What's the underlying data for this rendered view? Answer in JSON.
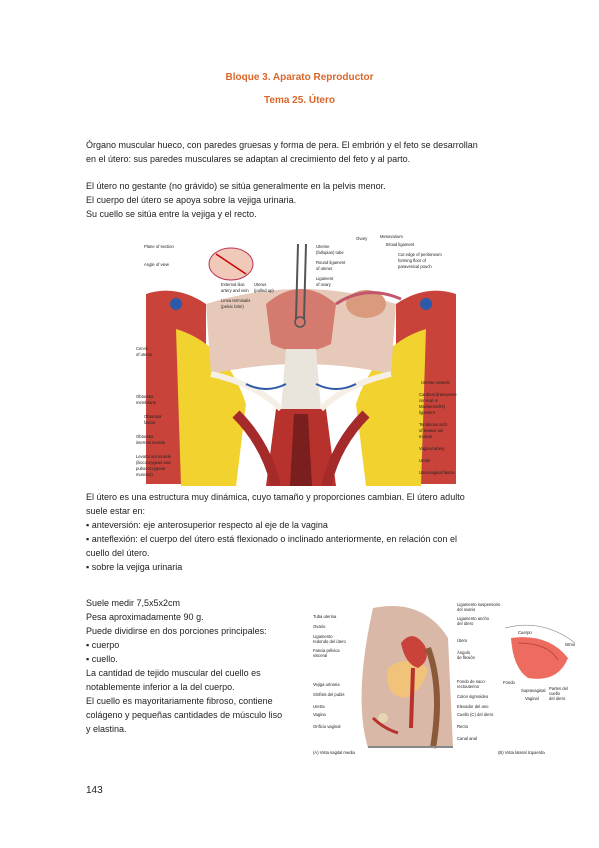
{
  "header": {
    "bloque": "Bloque 3. Aparato Reproductor",
    "tema": "Tema 25. Útero"
  },
  "intro": [
    "Órgano muscular hueco, con paredes gruesas y forma de pera. El embrión y el feto se desarrollan",
    "en el útero: sus paredes musculares se adaptan al crecimiento del feto y al parto."
  ],
  "location": [
    "El útero no gestante (no grávido) se sitúa generalmente en la pelvis menor.",
    "El cuerpo del útero se apoya sobre la vejiga urinaria.",
    "Su cuello se sitúa entre la vejiga y el recto."
  ],
  "figure1": {
    "labels_left": [
      "Plane of section",
      "Angle of view",
      "External iliac",
      "artery and vein",
      "Linea terminalis",
      "(pelvic brim)",
      "Cervix",
      "of uterus",
      "Obturator",
      "membrane",
      "Obturator",
      "fascia",
      "Obturator",
      "internus muscle",
      "Levator ani muscle",
      "(iliococcygeus and",
      "pubococcygeus",
      "muscles)"
    ],
    "labels_top": [
      "Uterus",
      "(pulled up)",
      "Uterine",
      "(fallopian) tube",
      "Round ligament",
      "of uterus",
      "Ligament",
      "of ovary",
      "Ovary",
      "Mesovarium",
      "Broad ligament",
      "Cut edge of peritoneum",
      "forming floor of",
      "paravesical pouch"
    ],
    "labels_right": [
      "Uterine vessels",
      "Cardinal (transverse",
      "cervical or",
      "Mackenrodt's)",
      "ligament",
      "Tendinous arch",
      "of levator ani",
      "muscle",
      "Vaginal artery",
      "Ureter",
      "Uterovaginal fascia"
    ]
  },
  "dynamics": {
    "lines": [
      "El útero es una estructura muy dinámica, cuyo tamaño y proporciones cambian. El útero adulto",
      "suele estar en:"
    ],
    "bullets": [
      "anteversión: eje anterosuperior respecto al eje de la vagina",
      "anteflexión: el cuerpo del útero está flexionado o inclinado anteriormente, en relación con el"
    ],
    "continuation": "cuello del útero.",
    "last_bullet": "sobre la vejiga urinaria",
    "bullet_symbol": "▪"
  },
  "size": {
    "lines": [
      "Suele medir 7,5x5x2cm",
      "Pesa aproximadamente 90 g.",
      "Puede dividirse en dos porciones principales:"
    ],
    "bullets": [
      "cuerpo",
      "cuello."
    ],
    "bullet_symbol": "▪",
    "after": [
      "La cantidad de tejido muscular del cuello es",
      "notablemente inferior a la del cuerpo.",
      "El cuello es mayoritariamente fibroso, contiene",
      "colágeno y pequeñas cantidades de músculo liso",
      "y elastina."
    ]
  },
  "figure2": {
    "labels_left": [
      "Tuba uterina",
      "Ovario",
      "Ligamento",
      "redondo del útero",
      "Fascia pélvica",
      "visceral",
      "Vejiga urinaria",
      "Sínfisis del pubis",
      "Uretra",
      "Vagina",
      "Orificio vaginal"
    ],
    "labels_right": [
      "Ligamento suspensorio",
      "del ovario",
      "Ligamento ancho",
      "del útero",
      "Útero",
      "Ángulo",
      "de flexión",
      "Fondo de saco",
      "rectouterino",
      "Colon sigmoideo",
      "Elevador del ano",
      "Cuello (C) del útero",
      "Recto",
      "Canal anal"
    ],
    "inset_labels": [
      "Cuerpo",
      "Istmo",
      "Fondo",
      "Supravaginal",
      "Vaginal",
      "Partes del",
      "cuello",
      "del útero"
    ],
    "caption_a": "(A) Vista sagital media",
    "caption_b": "(B) Vista lateral izquierda"
  },
  "page_number": "143",
  "colors": {
    "heading": "#d9662b",
    "muscle": "#c9433a",
    "fat": "#f2d22e",
    "fascia": "#e9e4dc",
    "uterus_inset": "#ee6b60"
  }
}
